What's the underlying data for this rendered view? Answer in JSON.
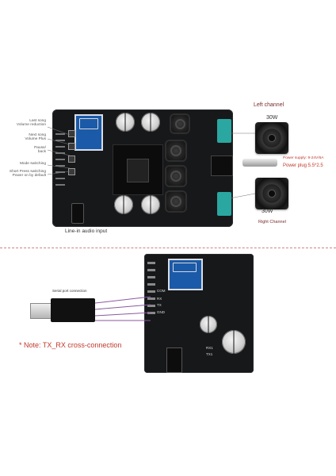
{
  "top": {
    "left_callouts": [
      "Last song\nVolume reduction",
      "Next song\nVolume Plus",
      "Pause/\nback",
      "Mode switching",
      "Short Press switching\nPower on by default"
    ],
    "left_channel": {
      "title": "Left channel",
      "speaker_watt": "30W"
    },
    "right_channel": {
      "title": "Right Channel",
      "speaker_watt": "30W"
    },
    "power_supply": "Power supply: 9-24V/6A",
    "power_plug": "Power plug 5.5*2.5",
    "line_in": "Line-in audio input"
  },
  "bottom": {
    "serial_label": "Serial port connection",
    "note": "* Note: TX_RX cross-connection",
    "pin_labels": [
      "COM",
      "RX",
      "TX",
      "GND"
    ],
    "board_markings": [
      "RX1",
      "TX1"
    ]
  },
  "colors": {
    "board": "#17181a",
    "bt_module": "#1b5aa8",
    "terminal": "#2aa7a1",
    "wire_purple": "#8a5aa0",
    "note_red": "#c0392b",
    "divider": "#d08484"
  }
}
